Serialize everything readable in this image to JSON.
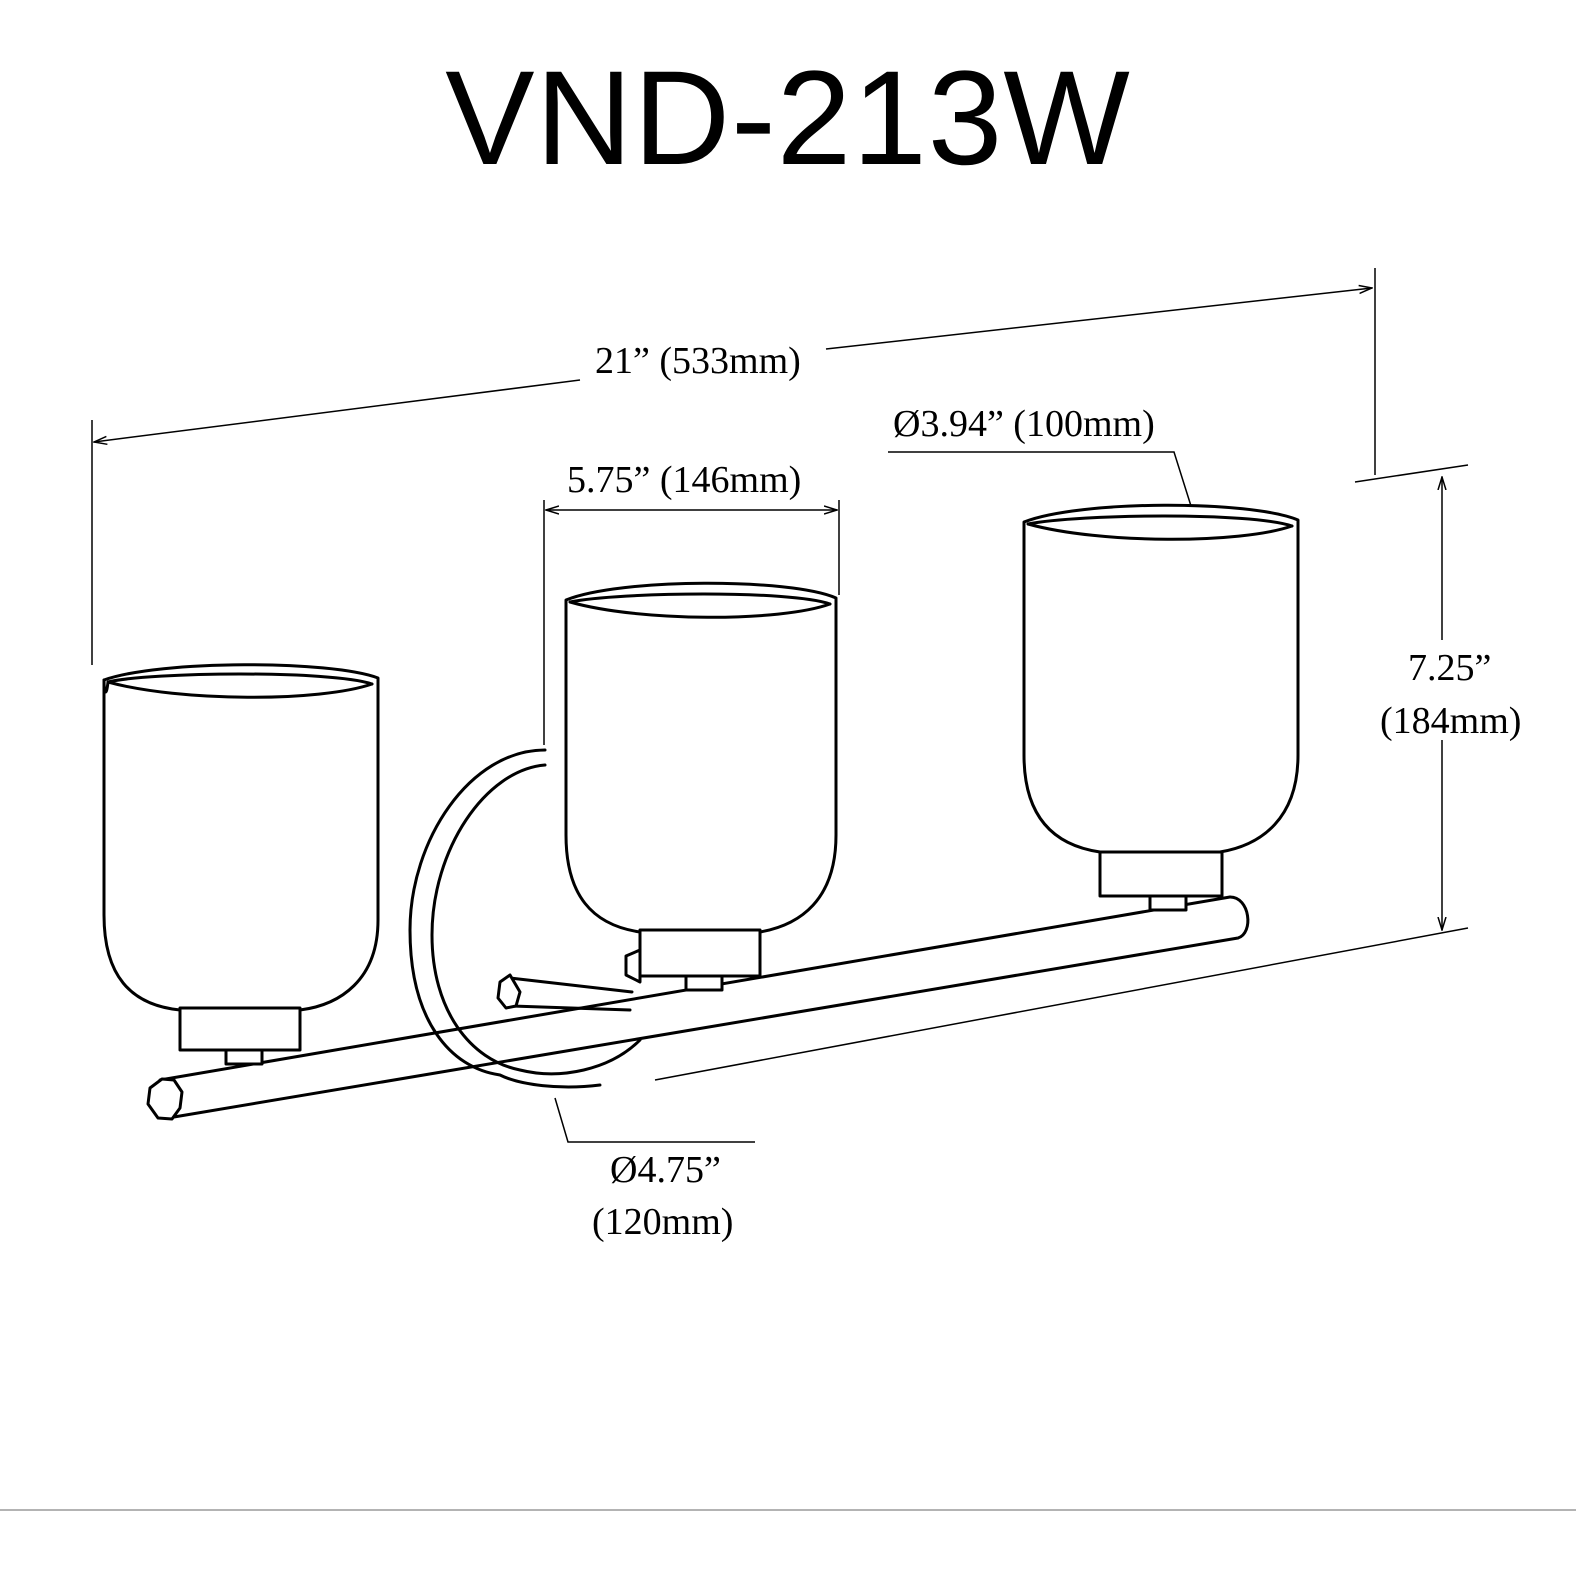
{
  "title": "VND-213W",
  "dimensions": {
    "overall_width": "21” (533mm)",
    "shade_diameter": "Ø3.94” (100mm)",
    "arm_width": "5.75” (146mm)",
    "height_in": "7.25”",
    "height_mm": "(184mm)",
    "backplate_in": "Ø4.75”",
    "backplate_mm": "(120mm)"
  },
  "colors": {
    "line": "#000000",
    "background": "#ffffff",
    "divider": "#b3b3b3"
  }
}
